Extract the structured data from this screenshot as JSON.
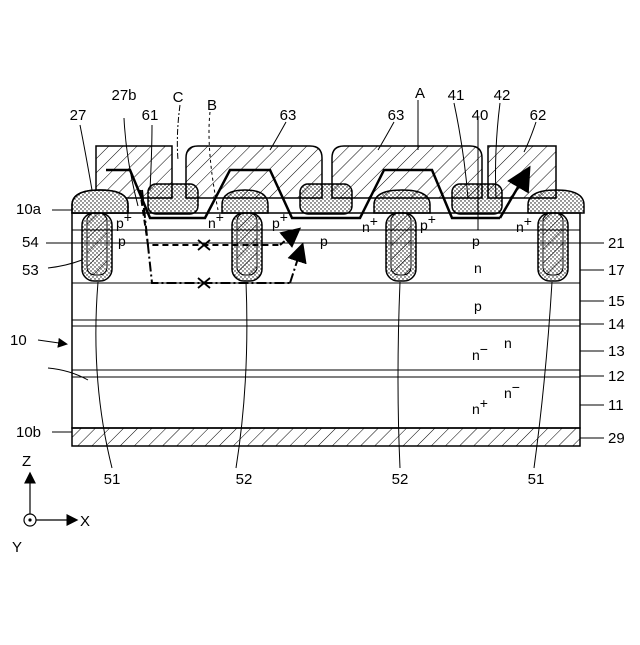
{
  "reference_labels": {
    "r27": "27",
    "r27b": "27b",
    "r61": "61",
    "rC": "C",
    "rB": "B",
    "r63a": "63",
    "r63b": "63",
    "rA": "A",
    "r41": "41",
    "r40": "40",
    "r42": "42",
    "r62": "62",
    "r10a": "10a",
    "r54": "54",
    "r53": "53",
    "r10": "10",
    "r10b": "10b",
    "r21": "21",
    "r17": "17",
    "r15": "15",
    "r14": "14",
    "r13": "13",
    "r12": "12",
    "r11": "11",
    "r29": "29",
    "r51a": "51",
    "r52a": "52",
    "r52b": "52",
    "r51b": "51"
  },
  "doping_labels": {
    "p_plus_1": {
      "base": "p",
      "sup": "+"
    },
    "p_left": {
      "base": "p"
    },
    "n_plus_1": {
      "base": "n",
      "sup": "+"
    },
    "p_plus_2": {
      "base": "p",
      "sup": "+"
    },
    "p_mid": {
      "base": "p"
    },
    "n_plus_2": {
      "base": "n",
      "sup": "+"
    },
    "p_plus_3": {
      "base": "p",
      "sup": "+"
    },
    "p_right": {
      "base": "p"
    },
    "n_plus_3": {
      "base": "n",
      "sup": "+"
    },
    "n_layer17": {
      "base": "n"
    },
    "p_layer15": {
      "base": "p"
    },
    "n_layer14": {
      "base": "n"
    },
    "n_minus_13": {
      "base": "n",
      "sup": "−"
    },
    "n_minus_12": {
      "base": "n",
      "sup": "−"
    },
    "n_plus_11": {
      "base": "n",
      "sup": "+"
    }
  },
  "axes": {
    "z": "Z",
    "x": "X",
    "y": "Y"
  }
}
